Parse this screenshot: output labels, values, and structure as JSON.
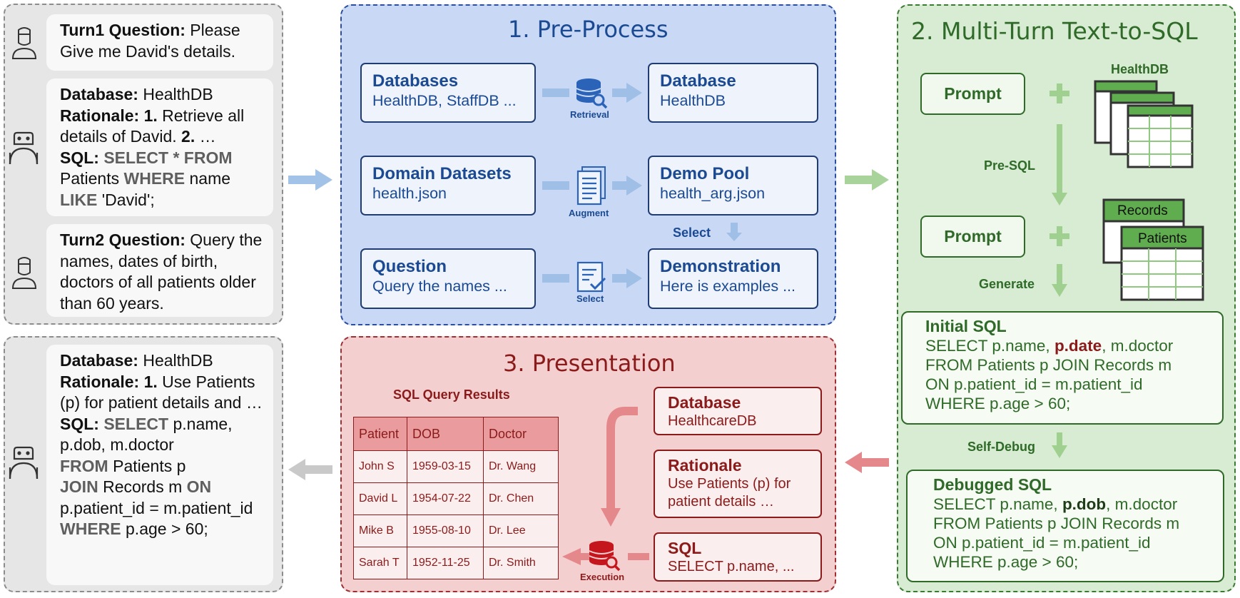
{
  "chat_turn1": {
    "question_label": "Turn1 Question:",
    "question_text": " Please Give me David's details."
  },
  "chat_reply1": {
    "db_label": "Database:",
    "db_value": " HealthDB",
    "rationale_label": "Rationale:",
    "step1_num": " 1.",
    "step1_text": " Retrieve all details of David.",
    "step2_num": " 2.",
    "step2_text": " …",
    "sql_label": "SQL:",
    "sql_kw_select": " SELECT",
    "sql_star": " *",
    "sql_kw_from": " FROM",
    "sql_table": " Patients",
    "sql_kw_where": " WHERE",
    "sql_col": " name",
    "sql_kw_like": "LIKE",
    "sql_value": " 'David';"
  },
  "chat_turn2": {
    "question_label": "Turn2 Question:",
    "question_text": " Query the names, dates of birth, doctors of all patients older than 60 years."
  },
  "chat_reply2": {
    "db_label": "Database:",
    "db_value": " HealthDB",
    "rationale_label": "Rationale:",
    "step1_num": " 1.",
    "step1_text": " Use Patients (p) for patient details and …",
    "sql_label": "SQL:",
    "sql_kw_select": " SELECT",
    "sql_t1": " p.name, p.dob, m.doctor",
    "sql_kw_from": "FROM",
    "sql_t2": " Patients p",
    "sql_kw_join": "JOIN",
    "sql_t3": " Records m ",
    "sql_kw_on": "ON",
    "sql_t4": " p.patient_id = m.patient_id",
    "sql_kw_where": "WHERE",
    "sql_t5": " p.age > 60;"
  },
  "preprocess": {
    "title": "1. Pre-Process",
    "databases": {
      "title": "Databases",
      "sub": "HealthDB, StaffDB ..."
    },
    "database": {
      "title": "Database",
      "sub": "HealthDB"
    },
    "domain_datasets": {
      "title": "Domain Datasets",
      "sub": "health.json"
    },
    "demo_pool": {
      "title": "Demo Pool",
      "sub": "health_arg.json"
    },
    "question": {
      "title": "Question",
      "sub": "Query the names ..."
    },
    "demonstration": {
      "title": "Demonstration",
      "sub": "Here is examples ..."
    },
    "retrieval_label": "Retrieval",
    "augment_label": "Augment",
    "select_small_label": "Select",
    "select_label": "Select"
  },
  "multiturn": {
    "title": "2. Multi-Turn Text-to-SQL",
    "prompt1": "Prompt",
    "prompt2": "Prompt",
    "healthdb_label": "HealthDB",
    "presql_label": "Pre-SQL",
    "records_label": "Records",
    "patients_label": "Patients",
    "generate_label": "Generate",
    "selfdebug_label": "Self-Debug",
    "initial_sql": {
      "title": "Initial SQL",
      "l1_a": "SELECT p.name, ",
      "l1_hl": "p.date",
      "l1_b": ", m.doctor",
      "l2": "FROM Patients p JOIN Records m",
      "l3": "ON p.patient_id = m.patient_id",
      "l4": "WHERE p.age > 60;"
    },
    "debugged_sql": {
      "title": "Debugged SQL",
      "l1_a": "SELECT p.name, ",
      "l1_hl": "p.dob",
      "l1_b": ", m.doctor",
      "l2": "FROM Patients p JOIN Records m",
      "l3": "ON p.patient_id = m.patient_id",
      "l4": "WHERE p.age > 60;"
    }
  },
  "presentation": {
    "title": "3. Presentation",
    "table_caption": "SQL Query Results",
    "columns": [
      "Patient",
      "DOB",
      "Doctor"
    ],
    "rows": [
      [
        "John S",
        "1959-03-15",
        "Dr. Wang"
      ],
      [
        "David L",
        "1954-07-22",
        "Dr. Chen"
      ],
      [
        "Mike B",
        "1955-08-10",
        "Dr. Lee"
      ],
      [
        "Sarah T",
        "1952-11-25",
        "Dr. Smith"
      ]
    ],
    "database": {
      "title": "Database",
      "sub": "HealthcareDB"
    },
    "rationale": {
      "title": "Rationale",
      "sub1": "Use Patients (p) for",
      "sub2": "patient details …"
    },
    "sql": {
      "title": "SQL",
      "sub": "SELECT p.name, ..."
    },
    "execution_label": "Execution"
  },
  "colors": {
    "blue_panel": "#c9d9f5",
    "blue_text": "#1b4a93",
    "green_panel": "#d7ecd2",
    "green_text": "#2f6a28",
    "red_panel": "#f3cfd0",
    "red_text": "#8b1b1b",
    "gray_panel": "#e6e6e6"
  }
}
